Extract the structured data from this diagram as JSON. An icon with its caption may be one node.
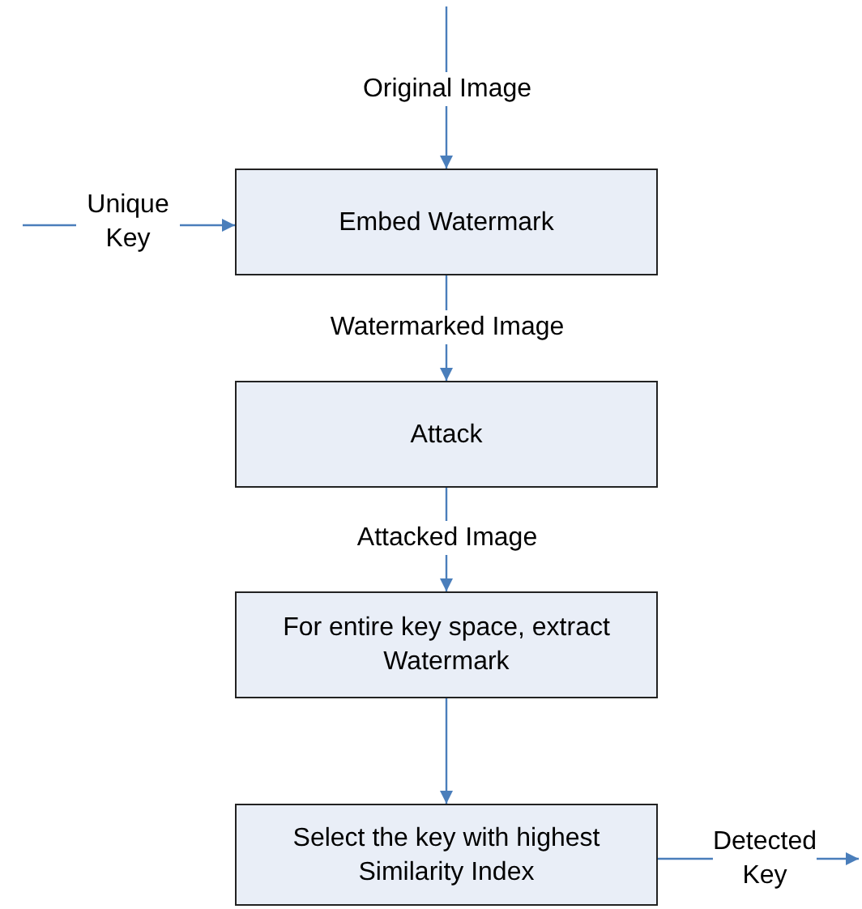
{
  "diagram": {
    "nodes": [
      {
        "text": [
          "Embed Watermark"
        ]
      },
      {
        "text": [
          "Attack"
        ]
      },
      {
        "text": [
          "For entire key space, extract Watermark"
        ]
      },
      {
        "text": [
          "Select the key with highest Similarity Index"
        ]
      }
    ],
    "edges": [
      {
        "from": null,
        "to": 0,
        "arrow": "to",
        "label": "Original Image"
      },
      {
        "from": null,
        "to": 0,
        "arrow": "to",
        "label": "Unique Key"
      },
      {
        "from": 0,
        "to": 1,
        "arrow": "to",
        "label": "Watermarked Image"
      },
      {
        "from": 1,
        "to": 2,
        "arrow": "to",
        "label": "Attacked Image"
      },
      {
        "from": 2,
        "to": 3,
        "arrow": "to"
      },
      {
        "from": 3,
        "to": null,
        "arrow": "to",
        "label": "Detected Key"
      }
    ]
  }
}
